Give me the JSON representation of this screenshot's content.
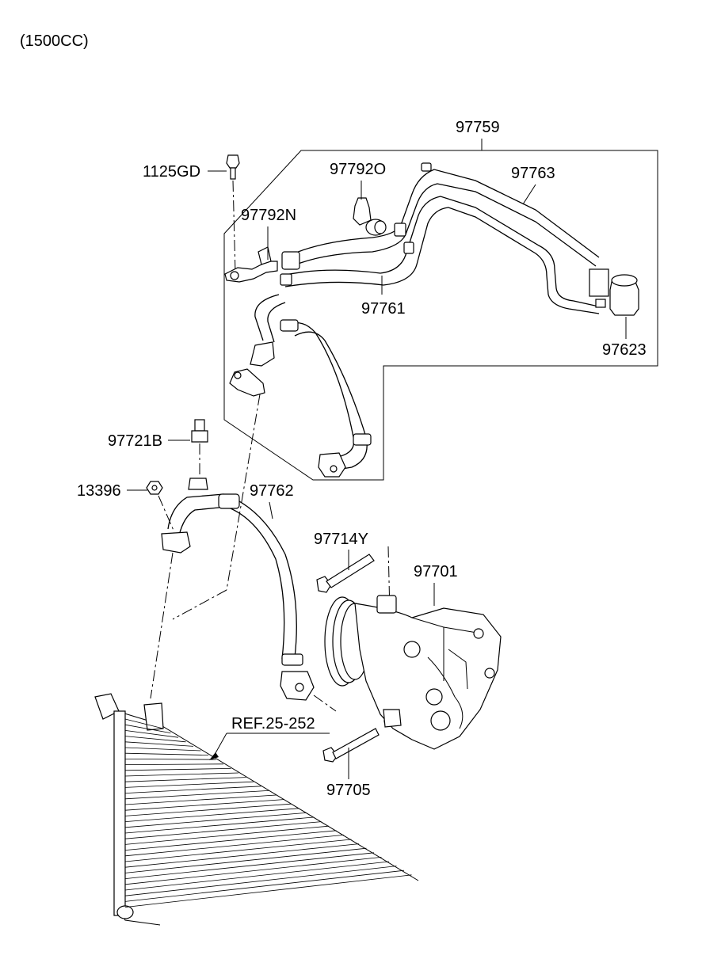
{
  "header": {
    "engine": "(1500CC)"
  },
  "callouts": {
    "c97759": "97759",
    "c1125GD": "1125GD",
    "c97792O": "97792O",
    "c97763": "97763",
    "c97792N": "97792N",
    "c97761": "97761",
    "c97623": "97623",
    "c97721B": "97721B",
    "c13396": "13396",
    "c97762": "97762",
    "c97714Y": "97714Y",
    "c97701": "97701",
    "cREF": "REF.25-252",
    "c97705": "97705"
  }
}
